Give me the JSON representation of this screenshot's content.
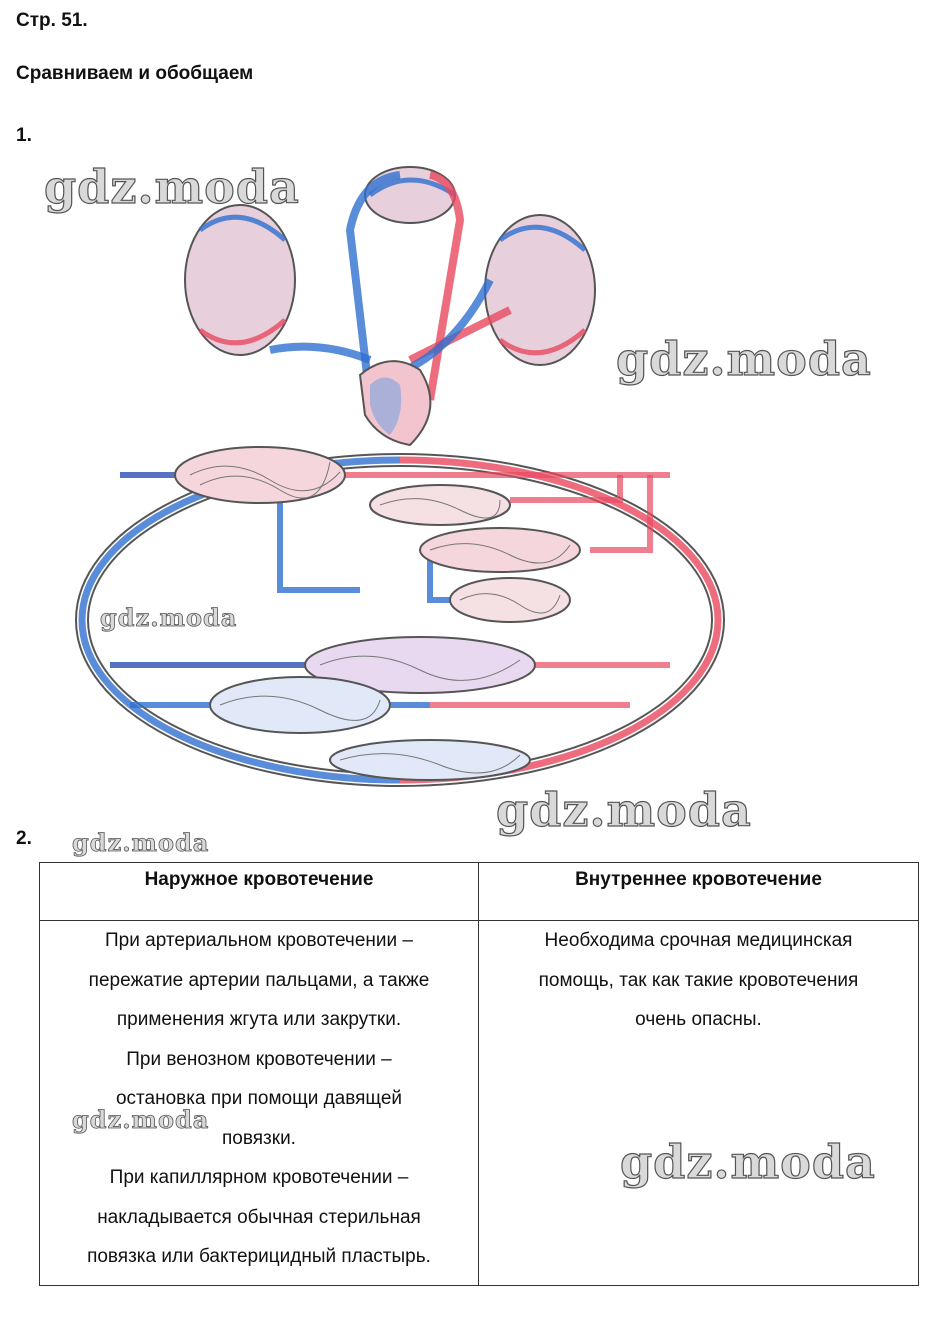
{
  "page_ref": "Стр. 51.",
  "section_title": "Сравниваем и обобщаем",
  "tasks": {
    "t1": "1.",
    "t2": "2."
  },
  "watermark": "gdz.moda",
  "table": {
    "headers": [
      "Наружное кровотечение",
      "Внутреннее кровотечение"
    ],
    "external": [
      "При артериальном кровотечении –",
      "пережатие артерии пальцами, а также",
      "применения жгута или закрутки.",
      "При венозном кровотечении –",
      "остановка при помощи давящей",
      "повязки.",
      "При капиллярном кровотечении –",
      "накладывается обычная стерильная",
      "повязка или бактерицидный пластырь."
    ],
    "internal": [
      "Необходима срочная медицинская",
      "помощь, так как такие кровотечения",
      "очень опасны."
    ]
  },
  "colors": {
    "artery": "#e8495f",
    "vein": "#2f6fd0",
    "outline": "#555555"
  },
  "diagram_icon": "circulatory-system-diagram"
}
